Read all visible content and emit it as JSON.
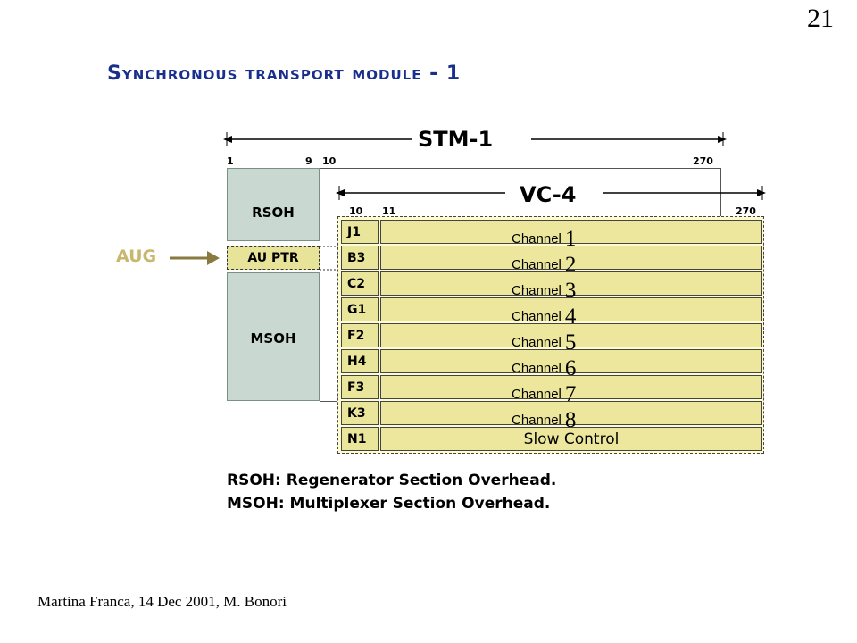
{
  "slide_number": "21",
  "title": "Synchronous transport module - 1",
  "footer": "Martina Franca, 14 Dec 2001, M. Bonori",
  "diagram": {
    "stm_label": "STM-1",
    "stm_cols": {
      "start": "1",
      "oh_end": "9",
      "payload_start": "10",
      "end": "270"
    },
    "vc4_label": "VC-4",
    "vc4_cols": {
      "start": "10",
      "next": "11",
      "end": "270"
    },
    "rsoh_label": "RSOH",
    "auptr_label": "AU PTR",
    "msoh_label": "MSOH",
    "aug_label": "AUG",
    "rows": [
      {
        "poh": "J1",
        "channel_text": "Channel",
        "channel_num": "1"
      },
      {
        "poh": "B3",
        "channel_text": "Channel",
        "channel_num": "2"
      },
      {
        "poh": "C2",
        "channel_text": "Channel",
        "channel_num": "3"
      },
      {
        "poh": "G1",
        "channel_text": "Channel",
        "channel_num": "4"
      },
      {
        "poh": "F2",
        "channel_text": "Channel",
        "channel_num": "5"
      },
      {
        "poh": "H4",
        "channel_text": "Channel",
        "channel_num": "6"
      },
      {
        "poh": "F3",
        "channel_text": "Channel",
        "channel_num": "7"
      },
      {
        "poh": "K3",
        "channel_text": "Channel",
        "channel_num": "8"
      }
    ],
    "last_row": {
      "poh": "N1",
      "label": "Slow Control"
    }
  },
  "legend": {
    "rsoh": "RSOH: Regenerator Section Overhead.",
    "msoh": "MSOH: Multiplexer Section Overhead."
  }
}
